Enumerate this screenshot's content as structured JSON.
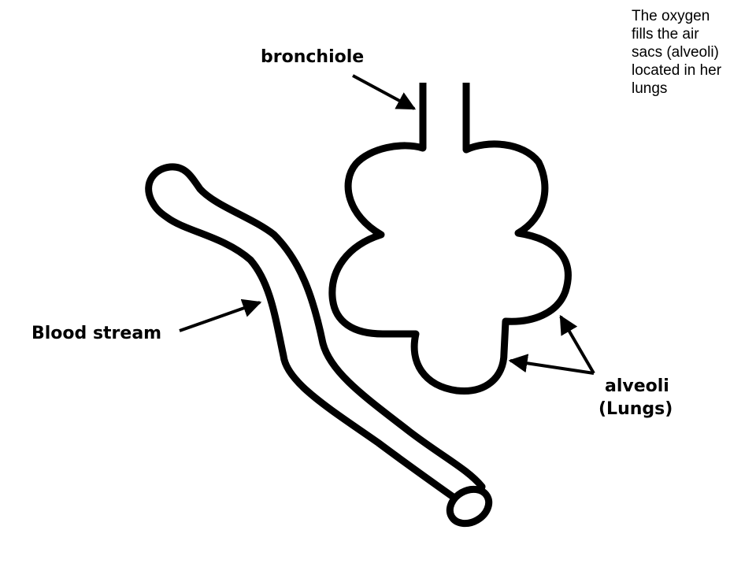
{
  "caption": {
    "lines": [
      "The oxygen",
      "fills the air",
      "sacs (alveoli)",
      "located in her",
      "lungs"
    ]
  },
  "labels": {
    "bronchiole": "bronchiole",
    "blood_stream": "Blood stream",
    "alveoli": "alveoli",
    "lungs": "(Lungs)"
  },
  "colors": {
    "stroke": "#000000",
    "background": "#ffffff"
  }
}
